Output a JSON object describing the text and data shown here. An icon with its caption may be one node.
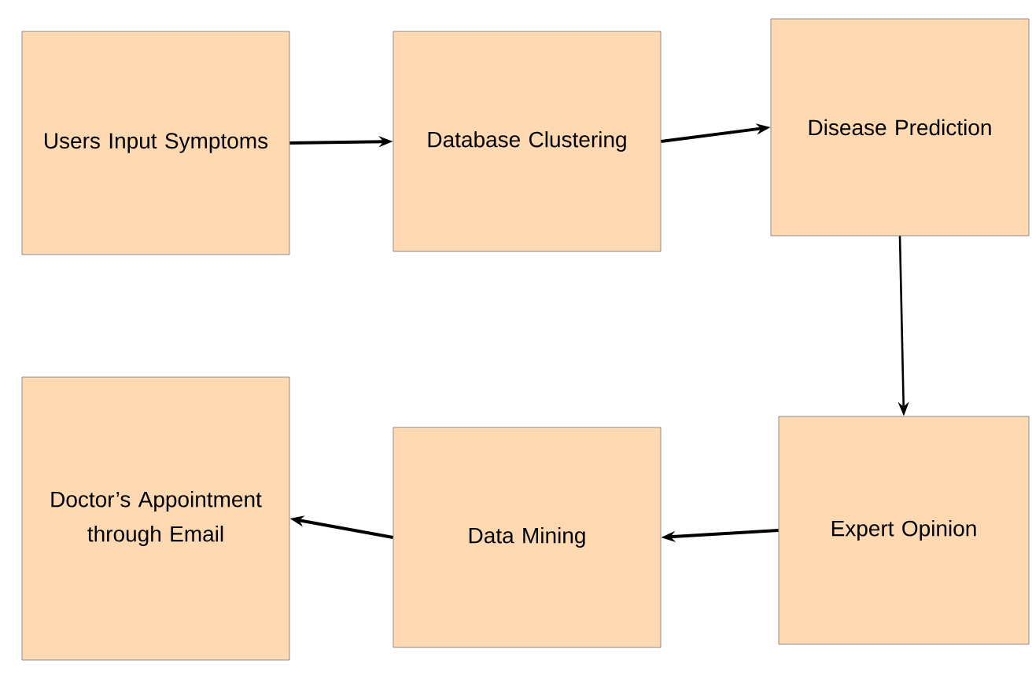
{
  "diagram": {
    "nodes": [
      {
        "text": [
          "Users Input Symptoms"
        ]
      },
      {
        "text": [
          "Database Clustering"
        ]
      },
      {
        "text": [
          "Disease Prediction"
        ]
      },
      {
        "text": [
          "Expert Opinion"
        ]
      },
      {
        "text": [
          "Data Mining"
        ]
      },
      {
        "text": [
          "Doctor’s Appointment through Email"
        ]
      }
    ],
    "edges": [
      {
        "from": 0,
        "to": 1,
        "arrow": "to"
      },
      {
        "from": 1,
        "to": 2,
        "arrow": "to"
      },
      {
        "from": 2,
        "to": 3,
        "arrow": "to"
      },
      {
        "from": 3,
        "to": 4,
        "arrow": "to"
      },
      {
        "from": 4,
        "to": 5,
        "arrow": "to"
      }
    ]
  }
}
